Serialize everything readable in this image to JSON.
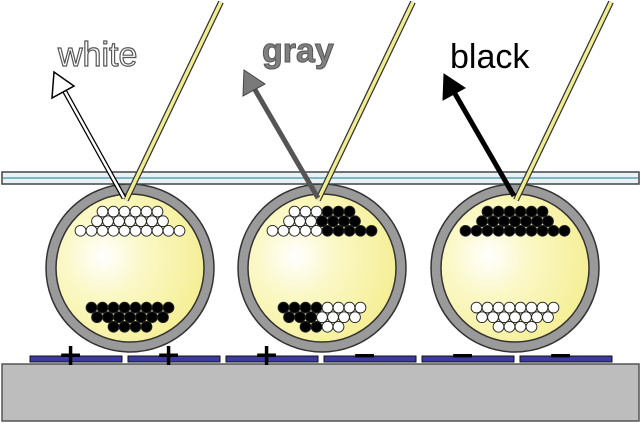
{
  "labels": {
    "white": "white",
    "gray": "gray",
    "black": "black"
  },
  "electrode_signs": {
    "left": [
      "+",
      "+"
    ],
    "middle": [
      "+",
      "−"
    ],
    "right": [
      "−",
      "−"
    ]
  },
  "colors": {
    "capsule_fill": "#f7f39a",
    "capsule_rim": "#9a9a9a",
    "glass_plate": "#e8f2f5",
    "glass_line": "#7fb8c4",
    "substrate": "#bdbdbd",
    "electrode": "#3a3aa0",
    "light_beam": "#f0ec90",
    "gray_arrow": "#7a7a7a",
    "particle_black": "#000000",
    "particle_white": "#ffffff"
  }
}
